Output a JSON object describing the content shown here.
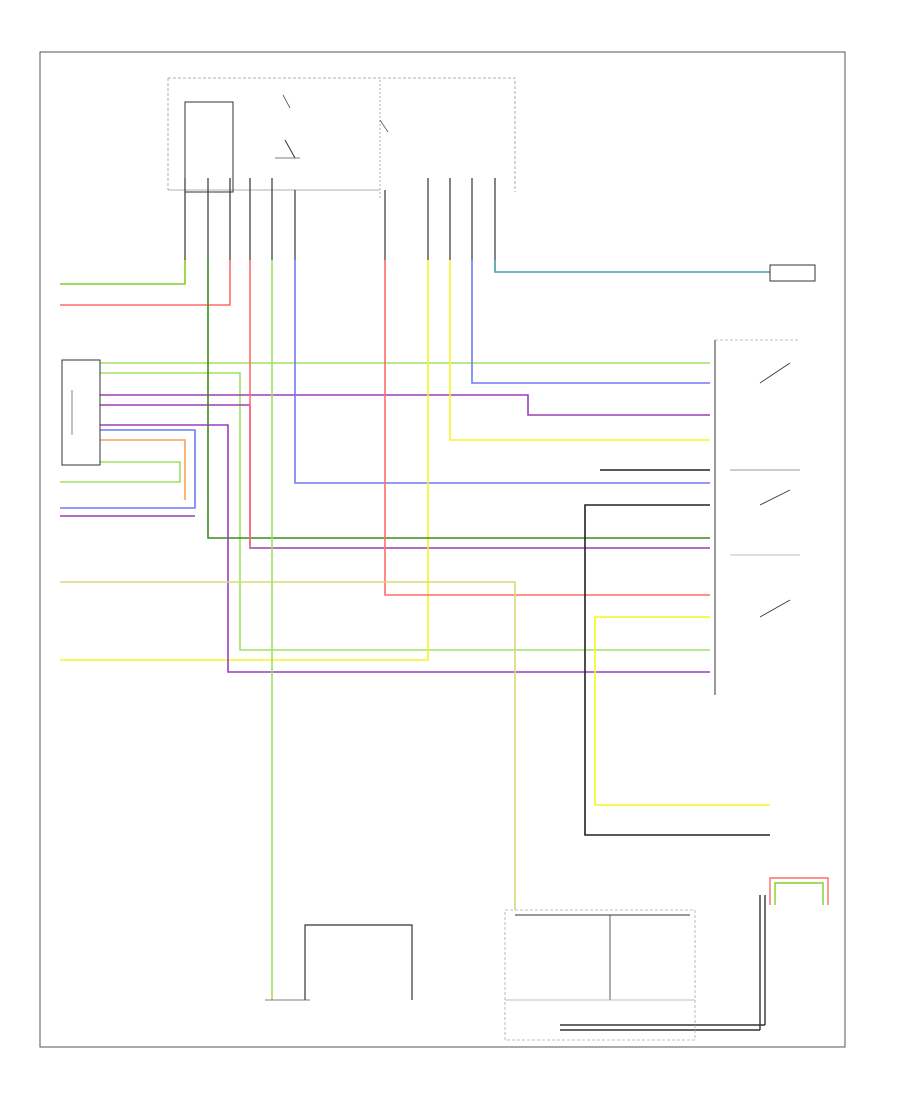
{
  "diagram": {
    "footer_left": "",
    "footer_center": ""
  },
  "colors": {
    "green": "#7ed321",
    "dark_green": "#3d8b1f",
    "red": "#ff6b6b",
    "purple": "#9b3fb8",
    "blue": "#6f7cf5",
    "yellow": "#f5f520",
    "light_yellow": "#d8d87a",
    "teal": "#4a9aa5",
    "gray": "#888888",
    "black": "#222222",
    "orange": "#f5a35a",
    "light_green": "#a0e060"
  },
  "wires": [
    {
      "name": "wire-green-upper-left",
      "color": "green"
    },
    {
      "name": "wire-red-upper-left",
      "color": "red"
    },
    {
      "name": "wire-green-bus-1",
      "color": "light_green"
    },
    {
      "name": "wire-green-bus-2",
      "color": "light_green"
    },
    {
      "name": "wire-purple-bus-1",
      "color": "purple"
    },
    {
      "name": "wire-blue-bus",
      "color": "blue"
    },
    {
      "name": "wire-yellow-bus",
      "color": "yellow"
    },
    {
      "name": "wire-dark-green-bus",
      "color": "dark_green"
    },
    {
      "name": "wire-purple-bus-2",
      "color": "purple"
    },
    {
      "name": "wire-red-bus",
      "color": "red"
    },
    {
      "name": "wire-yellow-green-bus",
      "color": "light_yellow"
    },
    {
      "name": "wire-teal-upper",
      "color": "teal"
    }
  ]
}
